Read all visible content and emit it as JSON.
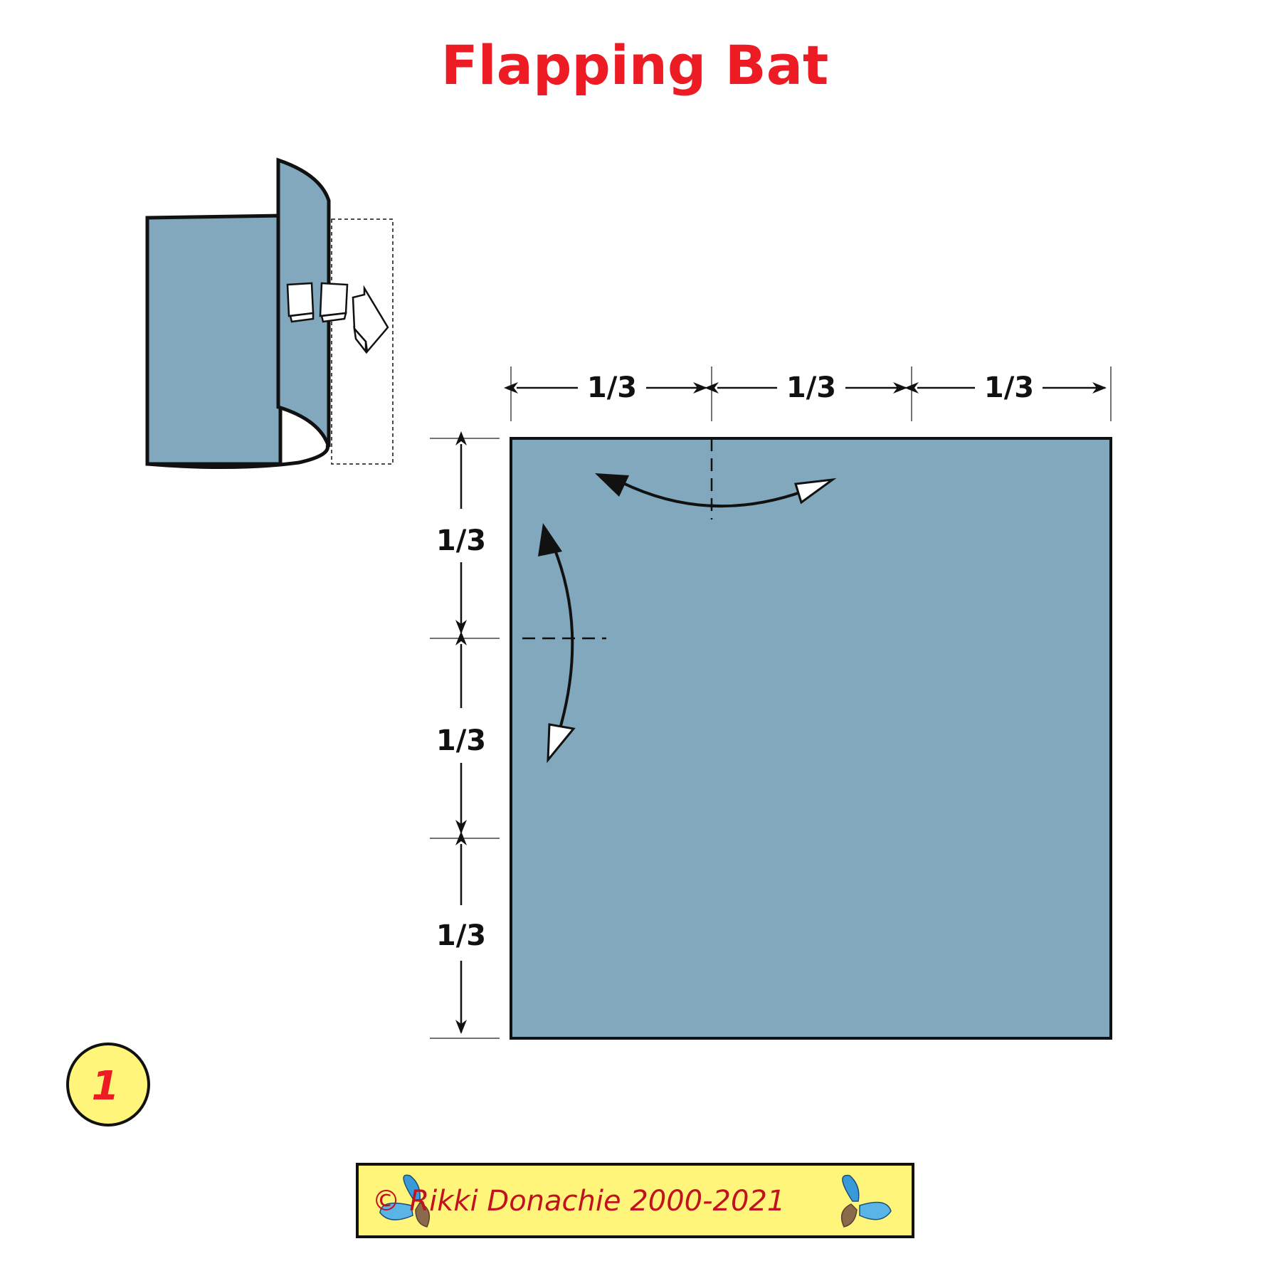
{
  "title": "Flapping Bat",
  "step_number": "1",
  "copyright": "© Rikki Donachie 2000-2021",
  "dimensions": {
    "top": [
      "1/3",
      "1/3",
      "1/3"
    ],
    "left": [
      "1/3",
      "1/3",
      "1/3"
    ]
  },
  "colors": {
    "paper": "#81a8bd",
    "title": "#ed1c24",
    "step_badge": "#fff57a",
    "copyright_bar": "#fff57a",
    "copyright_text": "#c1121f"
  },
  "icons": [
    "rotate-over-icon",
    "valley-fold-arrow-icon",
    "butterfly-logo-icon"
  ]
}
